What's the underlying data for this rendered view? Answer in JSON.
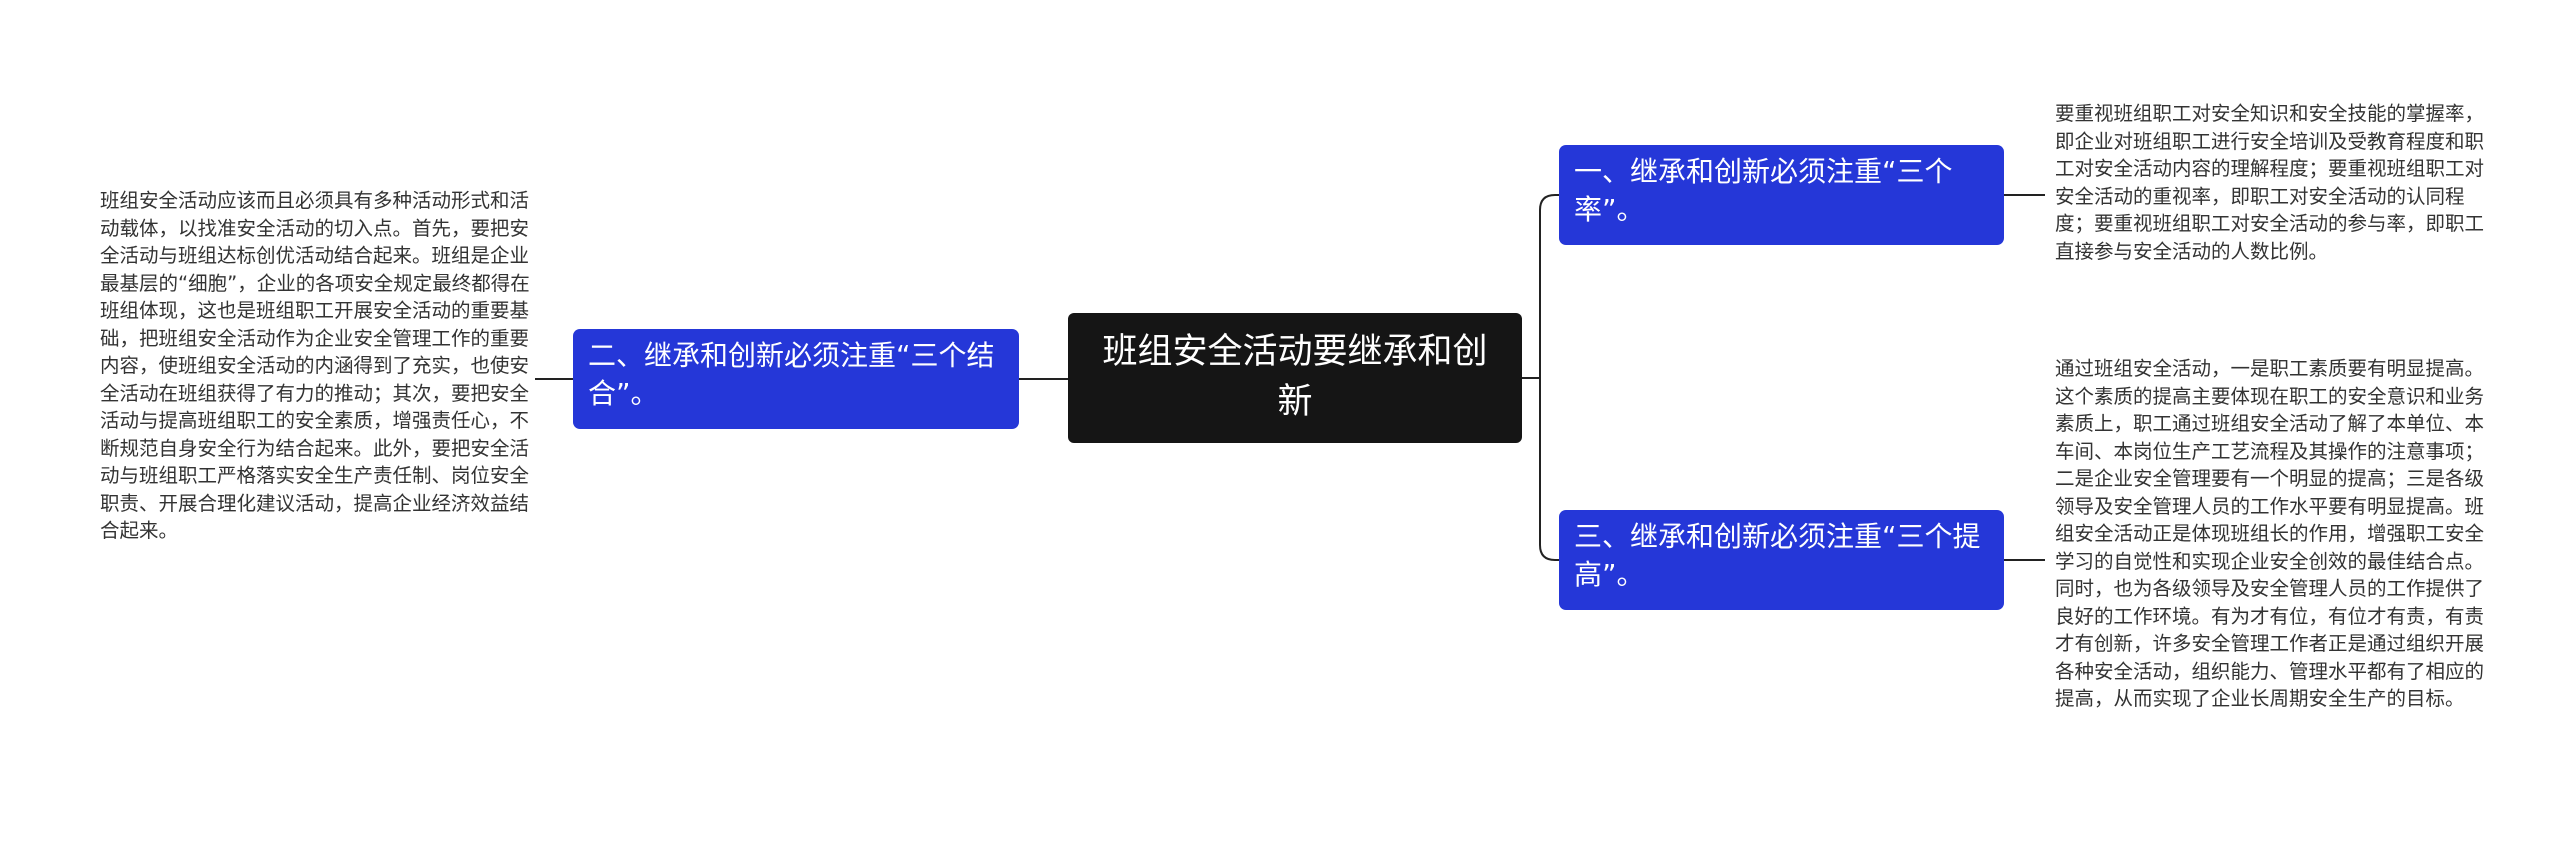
{
  "mindmap": {
    "root": "班组安全活动要继承和创新",
    "branches": [
      {
        "label": "一、继承和创新必须注重“三个率”。",
        "detail": "要重视班组职工对安全知识和安全技能的掌握率，即企业对班组职工进行安全培训及受教育程度和职工对安全活动内容的理解程度；要重视班组职工对安全活动的重视率，即职工对安全活动的认同程度；要重视班组职工对安全活动的参与率，即职工直接参与安全活动的人数比例。"
      },
      {
        "label": "二、继承和创新必须注重“三个结合”。",
        "detail": "班组安全活动应该而且必须具有多种活动形式和活动载体，以找准安全活动的切入点。首先，要把安全活动与班组达标创优活动结合起来。班组是企业最基层的“细胞”，企业的各项安全规定最终都得在班组体现，这也是班组职工开展安全活动的重要基础，把班组安全活动作为企业安全管理工作的重要内容，使班组安全活动的内涵得到了充实，也使安全活动在班组获得了有力的推动；其次，要把安全活动与提高班组职工的安全素质，增强责任心，不断规范自身安全行为结合起来。此外，要把安全活动与班组职工严格落实安全生产责任制、岗位安全职责、开展合理化建议活动，提高企业经济效益结合起来。"
      },
      {
        "label": "三、继承和创新必须注重“三个提高”。",
        "detail": "通过班组安全活动，一是职工素质要有明显提高。这个素质的提高主要体现在职工的安全意识和业务素质上，职工通过班组安全活动了解了本单位、本车间、本岗位生产工艺流程及其操作的注意事项；二是企业安全管理要有一个明显的提高；三是各级领导及安全管理人员的工作水平要有明显提高。班组安全活动正是体现班组长的作用，增强职工安全学习的自觉性和实现企业安全创效的最佳结合点。同时，也为各级领导及安全管理人员的工作提供了良好的工作环境。有为才有位，有位才有责，有责才有创新，许多安全管理工作者正是通过组织开展各种安全活动，组织能力、管理水平都有了相应的提高，从而实现了企业长周期安全生产的目标。"
      }
    ]
  },
  "colors": {
    "root_bg": "#151515",
    "branch_bg": "#2537d8",
    "connector": "#222222",
    "leaf_text": "#333333"
  }
}
